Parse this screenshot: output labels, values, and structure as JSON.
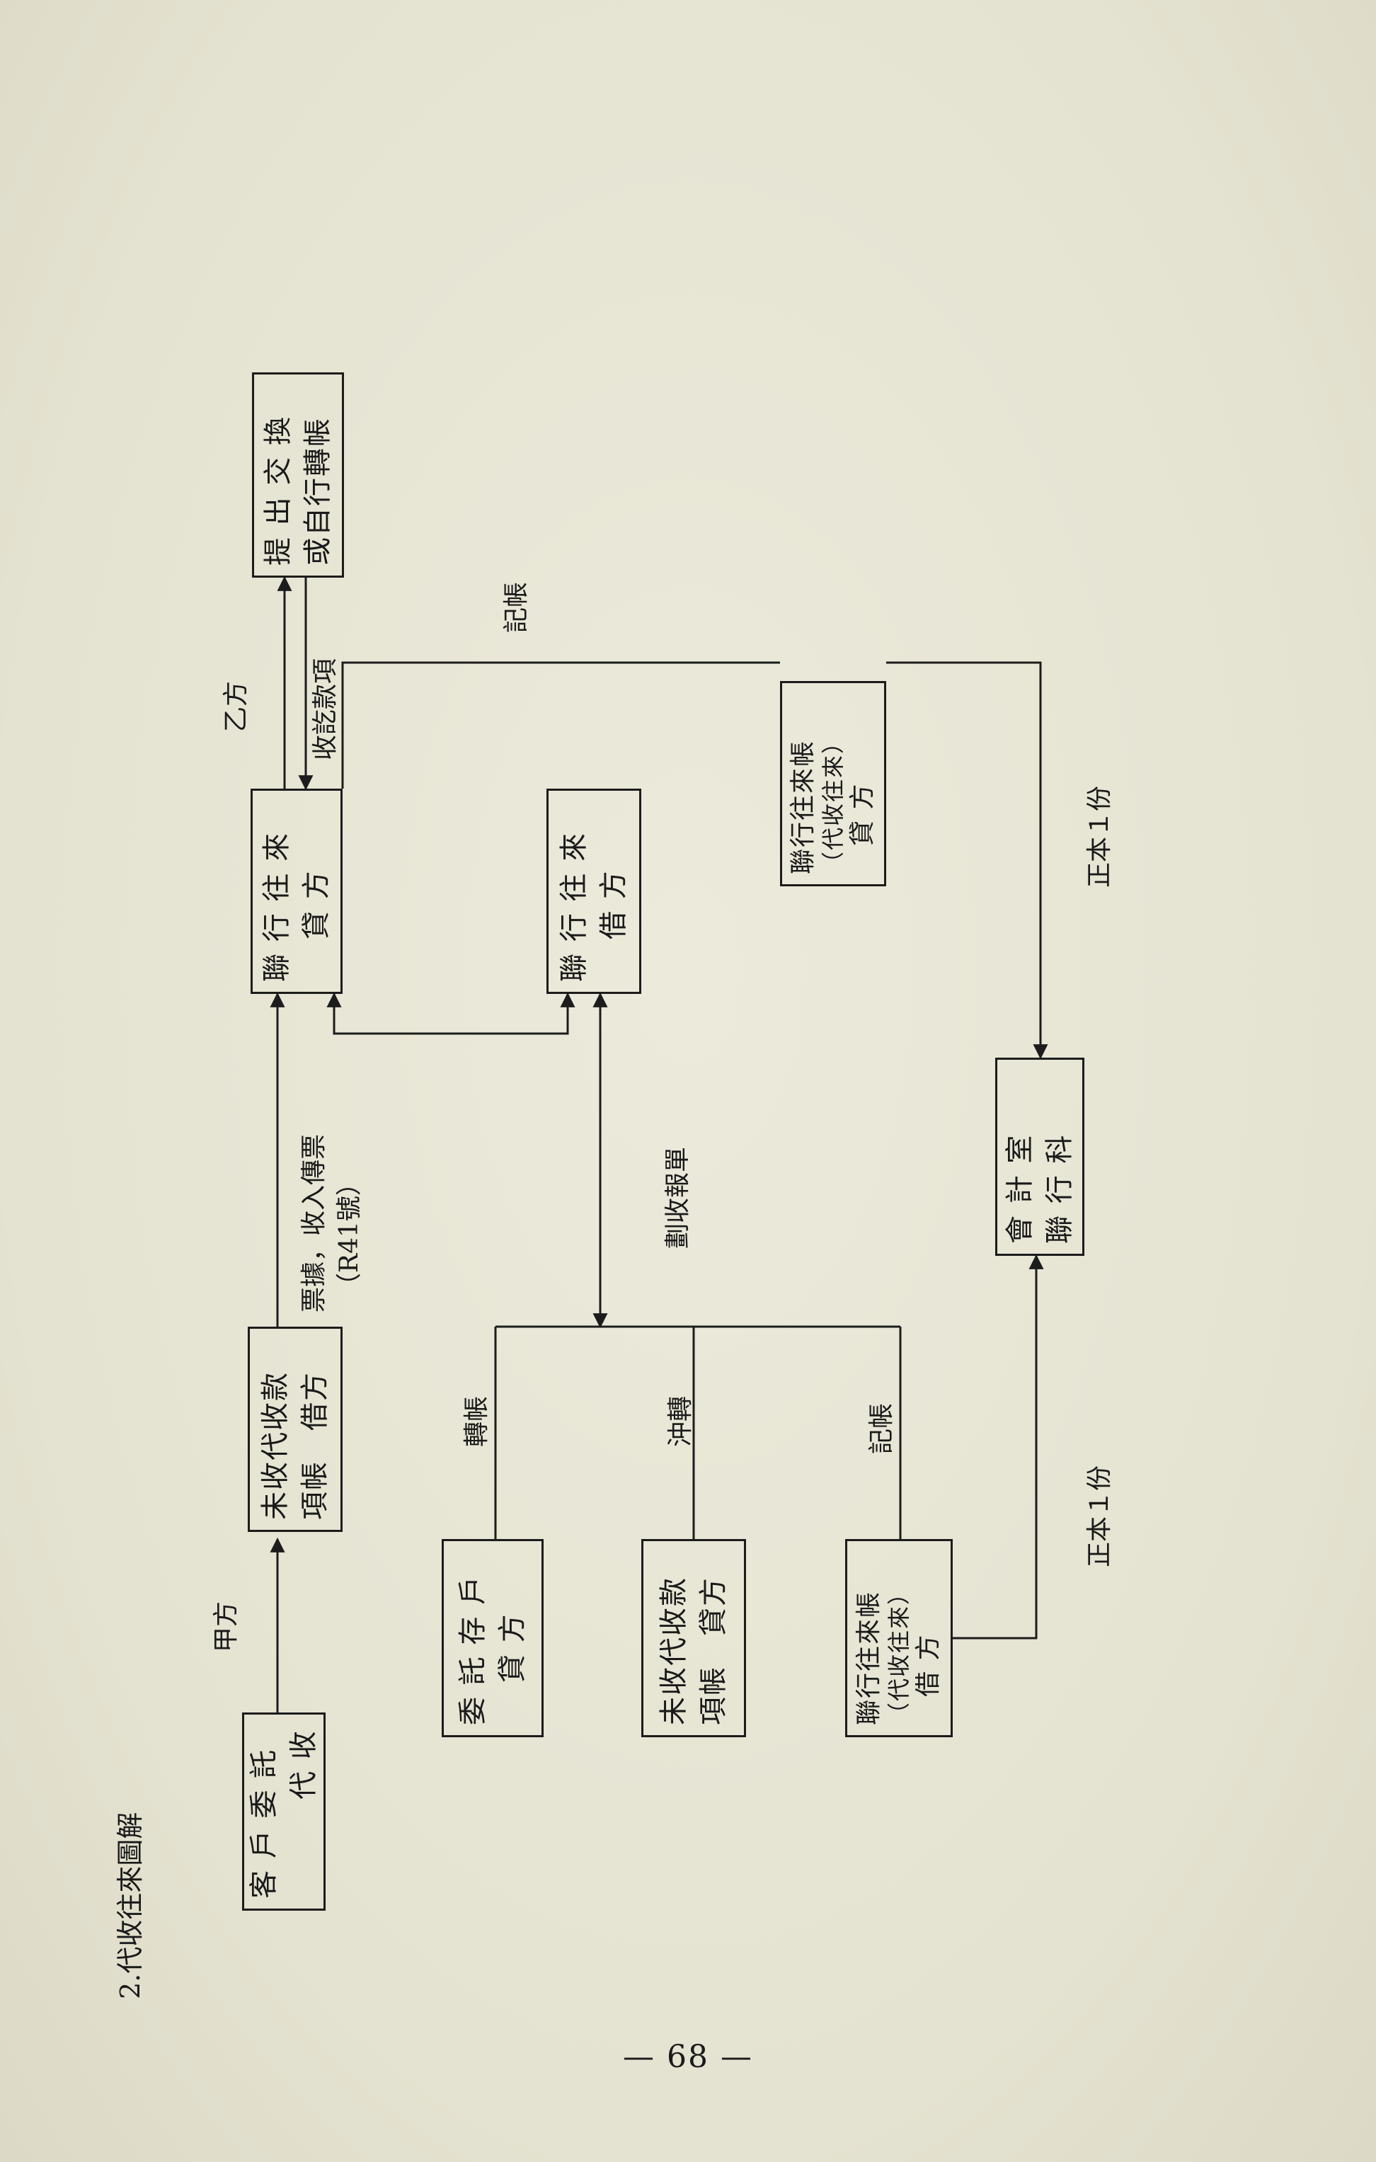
{
  "title": "2.代收往來圖解",
  "page_number": "— 68 —",
  "party_labels": {
    "jia": "甲方",
    "yi": "乙方"
  },
  "boxes": {
    "client": [
      "客 戶 委 託",
      "代 收"
    ],
    "pending_debit": [
      "未收代收款",
      "項帳　借方"
    ],
    "interbank_credit": [
      "聯 行 往 來",
      "貸 方"
    ],
    "exchange": [
      "提 出 交 換",
      "或自行轉帳"
    ],
    "interbank_debit": [
      "聯 行 往 來",
      "借 方"
    ],
    "client_deposit": [
      "委 託 存 戶",
      "貸 方"
    ],
    "pending_credit": [
      "未收代收款",
      "項帳　貸方"
    ],
    "interbank_collect_debit": [
      "聯行往來帳",
      "（代收往來）",
      "借 方"
    ],
    "interbank_collect_credit": [
      "聯行往來帳",
      "（代收往來）",
      "貸 方"
    ],
    "accounting": [
      "會 計 室",
      "聯 行 科"
    ]
  },
  "edge_labels": {
    "ticket": "票據，收入傳票",
    "ticket_no": "（R41號）",
    "collected": "收訖款項",
    "record_top": "記帳",
    "report": "劃收報單",
    "transfer": "轉帳",
    "offset": "沖轉",
    "record_bottom": "記帳",
    "copy_top": "正本１份",
    "copy_bottom": "正本１份"
  }
}
